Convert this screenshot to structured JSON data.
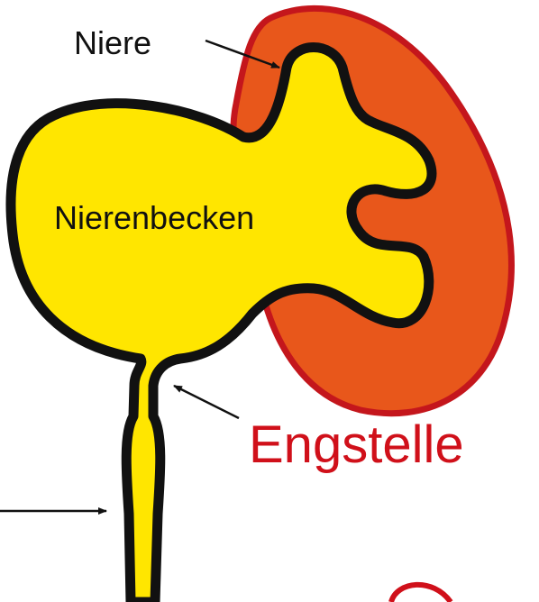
{
  "labels": {
    "kidney": "Niere",
    "renal_pelvis": "Nierenbecken",
    "narrowing": "Engstelle"
  },
  "colors": {
    "background": "#ffffff",
    "kidney_fill": "#e8571b",
    "kidney_border": "#c4161c",
    "pelvis_fill": "#ffe600",
    "outline": "#111111",
    "narrowing_label": "#d0101a",
    "text": "#111111"
  }
}
